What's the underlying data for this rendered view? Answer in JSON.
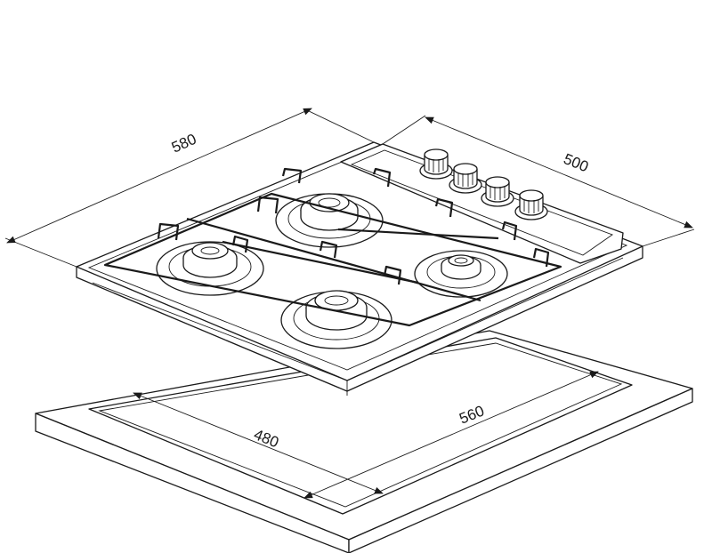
{
  "dimensions": {
    "overall_width": "580",
    "overall_depth": "500",
    "cutout_width": "560",
    "cutout_depth": "480"
  },
  "icons": [
    "burner-icon",
    "control-knob-icon",
    "arrowhead-icon"
  ]
}
